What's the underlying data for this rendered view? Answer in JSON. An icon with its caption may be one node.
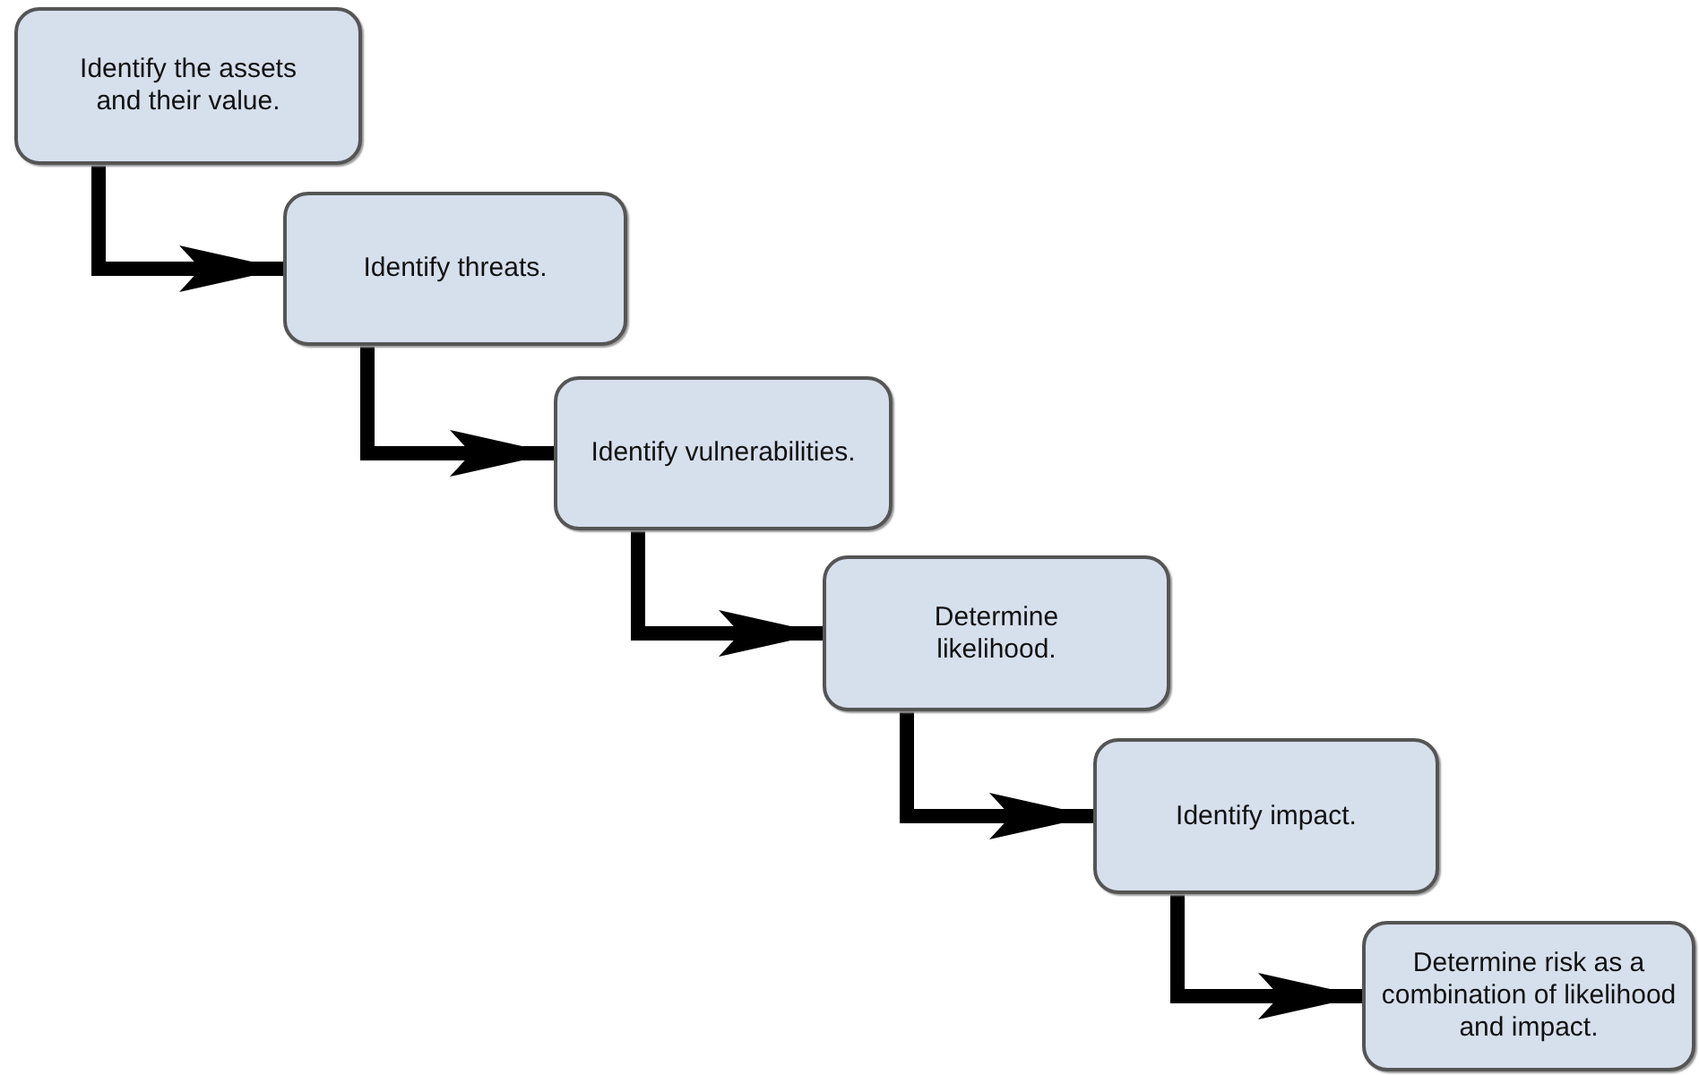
{
  "diagram": {
    "nodes": [
      {
        "text": [
          "Identify the assets and their value."
        ]
      },
      {
        "text": [
          "Identify threats."
        ]
      },
      {
        "text": [
          "Identify vulnerabilities."
        ]
      },
      {
        "text": [
          "Determine likelihood."
        ]
      },
      {
        "text": [
          "Identify impact."
        ]
      },
      {
        "text": [
          "Determine risk as a combination of likelihood and impact."
        ]
      }
    ],
    "edges": [
      {
        "from": 0,
        "to": 1,
        "arrow": "to"
      },
      {
        "from": 1,
        "to": 2,
        "arrow": "to"
      },
      {
        "from": 2,
        "to": 3,
        "arrow": "to"
      },
      {
        "from": 3,
        "to": 4,
        "arrow": "to"
      },
      {
        "from": 4,
        "to": 5,
        "arrow": "to"
      }
    ]
  }
}
